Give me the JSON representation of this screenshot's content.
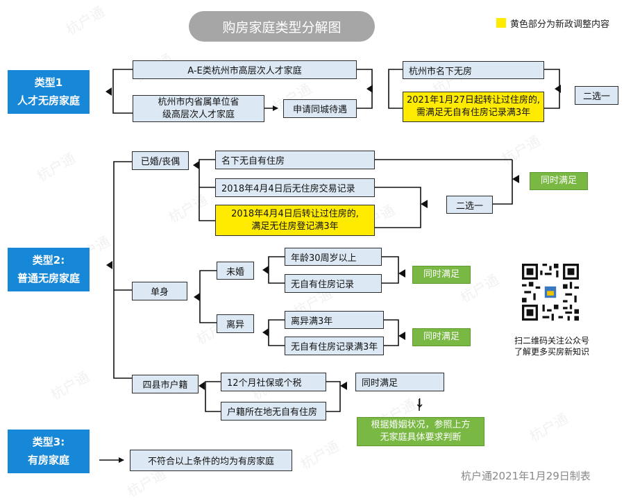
{
  "title": "购房家庭类型分解图",
  "legend": {
    "text": "黄色部分为新政调整内容",
    "color": "#ffeb00"
  },
  "watermark": "杭户通",
  "types": {
    "t1": {
      "line1": "类型1",
      "line2": "人才无房家庭"
    },
    "t2": {
      "line1": "类型2:",
      "line2": "普通无房家庭"
    },
    "t3": {
      "line1": "类型3:",
      "line2": "有房家庭"
    }
  },
  "type1": {
    "talent_ae": "A-E类杭州市高层次人才家庭",
    "talent_prov_l1": "杭州市内省属单位省",
    "talent_prov_l2": "级高层次人才家庭",
    "apply": "申请同城待遇",
    "no_house": "杭州市名下无房",
    "transfer_l1": "2021年1月27日起转让过住房的,",
    "transfer_l2": "需满足无自有住房记录满3年",
    "choose": "二选一"
  },
  "type2": {
    "married": "已婚/丧偶",
    "no_own_house": "名下无自有住房",
    "no_trade": "2018年4月4日后无住房交易记录",
    "transfer_l1": "2018年4月4日后转让过住房的,",
    "transfer_l2": "满足无住房登记满3年",
    "choose": "二选一",
    "both_ok": "同时满足",
    "single": "单身",
    "unmarried": "未婚",
    "age30": "年龄30周岁以上",
    "no_record": "无自有住房记录",
    "both_ok2": "同时满足",
    "divorced": "离异",
    "div3y": "离异满3年",
    "no_record3y": "无自有住房记录满3年",
    "both_ok3": "同时满足",
    "county": "四县市户籍",
    "social": "12个月社保或个税",
    "hukou": "户籍所在地无自有住房",
    "both_ok4": "同时满足",
    "arrow": "↓",
    "judge_l1": "根据婚姻状况，参照上方",
    "judge_l2": "无家庭具体要求判断"
  },
  "type3": {
    "desc": "不符合以上条件的均为有房家庭"
  },
  "qr": {
    "cap_l1": "扫二维码关注公众号",
    "cap_l2": "了解更多买房新知识"
  },
  "footer": "杭户通2021年1月29日制表"
}
